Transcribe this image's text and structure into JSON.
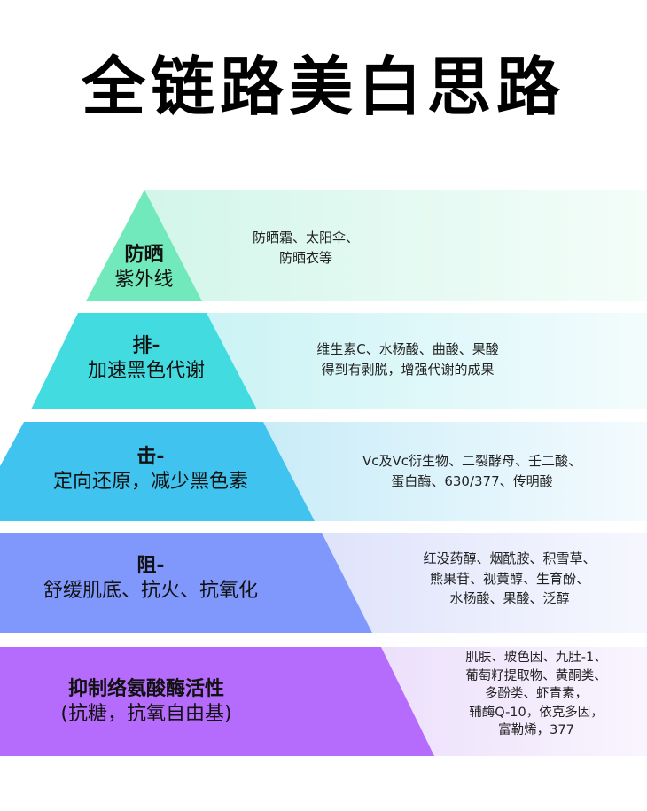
{
  "title": "全链路美白思路",
  "colors": {
    "level1": "#72e8bd",
    "level2": "#42dbe0",
    "level3": "#40c4ef",
    "level4": "#8097fc",
    "level5": "#b56bfb"
  },
  "levels": [
    {
      "heading": "防晒",
      "subheading": "紫外线",
      "details": [
        "防晒霜、太阳伞、",
        "防晒衣等"
      ]
    },
    {
      "heading": "排-",
      "subheading": "加速黑色代谢",
      "details": [
        "维生素C、水杨酸、曲酸、果酸",
        "得到有剥脱，增强代谢的成果"
      ]
    },
    {
      "heading": "击-",
      "subheading": "定向还原，减少黑色素",
      "details": [
        "Vc及Vc衍生物、二裂酵母、壬二酸、",
        "蛋白酶、630/377、传明酸"
      ]
    },
    {
      "heading": "阻-",
      "subheading": "舒缓肌底、抗火、抗氧化",
      "details": [
        "红没药醇、烟酰胺、积雪草、",
        "熊果苷、视黄醇、生育酚、",
        "水杨酸、果酸、泛醇"
      ]
    },
    {
      "heading": "抑制络氨酸酶活性",
      "subheading": "(抗糖，抗氧自由基)",
      "details": [
        "肌肤、玻色因、九肚-1、",
        "葡萄籽提取物、黄酮类、",
        "多酚类、虾青素，",
        "辅酶Q-10，依克多因，",
        "富勒烯，377"
      ]
    }
  ]
}
